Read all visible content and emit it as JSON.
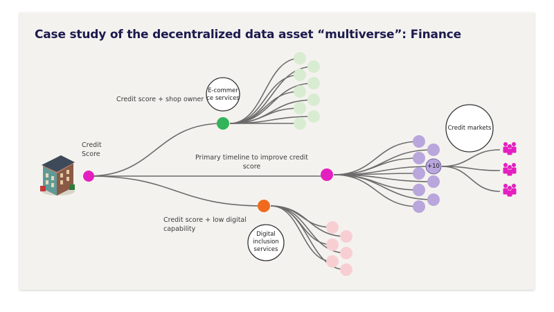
{
  "title": "Case study of the decentralized data asset “multiverse”: Finance",
  "labels": {
    "credit_score": "Credit\nScore",
    "shop_owner": "Credit score + shop owner",
    "primary_timeline": "Primary timeline to improve credit\nscore",
    "low_digital": "Credit score + low digital\ncapability"
  },
  "bubbles": {
    "ecommerce": "E-commer\nce services",
    "digital_inclusion": "Digital\ninclusion\nservices",
    "credit_markets": "Credit markets"
  },
  "counter": "+10",
  "icons": {
    "building": "building-icon",
    "people": "people-group-icon"
  },
  "colors": {
    "magenta": "#e41fc0",
    "green": "#33b35a",
    "orange": "#f06a1e",
    "light_green": "#d8ecd2",
    "light_pink": "#f7cfd3",
    "purple": "#b9a6dc",
    "line": "#6b6b6b"
  }
}
